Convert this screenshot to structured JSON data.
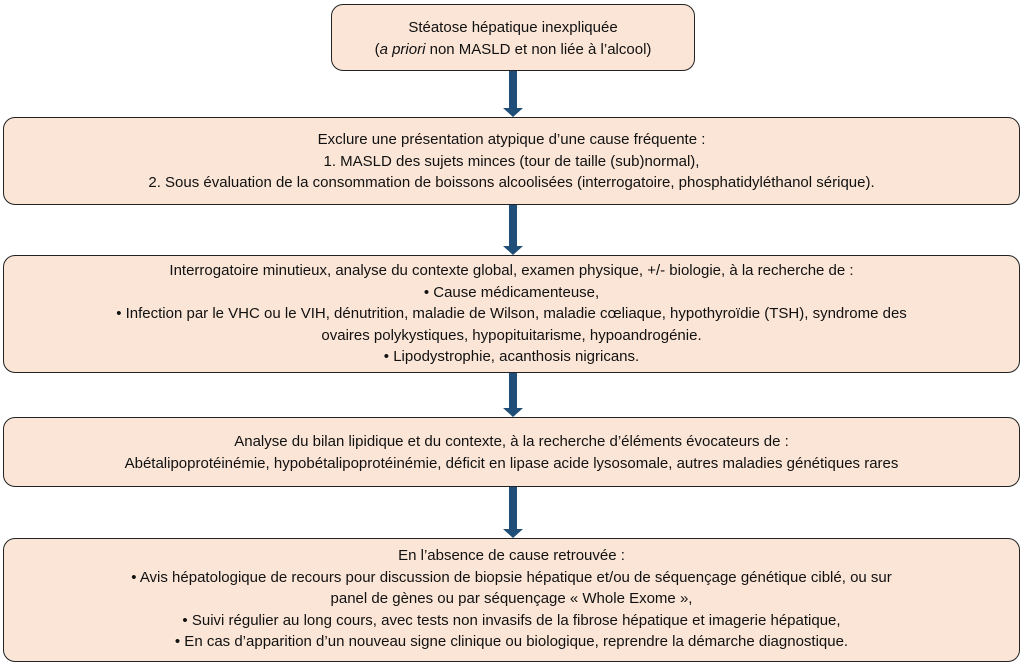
{
  "box1": {
    "line1": "Stéatose hépatique inexpliquée",
    "line2_italic": "a priori",
    "line2_rest": " non MASLD et non liée à l’alcool)"
  },
  "box2": {
    "heading": "Exclure une présentation atypique d’une cause fréquente :",
    "item1": "1.   MASLD des sujets minces (tour de taille (sub)normal),",
    "item2": "2.   Sous évaluation de la consommation de boissons alcoolisées (interrogatoire, phosphatidyléthanol sérique)."
  },
  "box3": {
    "heading": "Interrogatoire minutieux, analyse du contexte global, examen physique, +/- biologie, à la recherche de :",
    "item1": "•     Cause médicamenteuse,",
    "item2a": "•    Infection par le VHC ou le VIH, dénutrition, maladie de Wilson, maladie cœliaque, hypothyroïdie (TSH), syndrome des",
    "item2b": "ovaires polykystiques, hypopituitarisme, hypoandrogénie.",
    "item3": "•     Lipodystrophie, acanthosis nigricans."
  },
  "box4": {
    "heading": "Analyse du bilan lipidique et du contexte, à la recherche d’éléments évocateurs de :",
    "line2": "Abétalipoprotéinémie, hypobétalipoprotéinémie, déficit en lipase acide lysosomale, autres maladies génétiques rares"
  },
  "box5": {
    "heading": "En l’absence de cause retrouvée :",
    "item1a": "•   Avis hépatologique de recours pour discussion de biopsie hépatique et/ou de séquençage génétique ciblé, ou sur",
    "item1b": "panel de gènes ou par séquençage « Whole Exome »,",
    "item2": "•     Suivi régulier au long cours, avec tests non invasifs de la fibrose hépatique et imagerie hépatique,",
    "item3": "•     En cas d’apparition d’un nouveau signe clinique ou biologique, reprendre la démarche diagnostique."
  },
  "colors": {
    "box_fill": "#fbe5d6",
    "box_border": "#222222",
    "arrow": "#1f4e79"
  }
}
